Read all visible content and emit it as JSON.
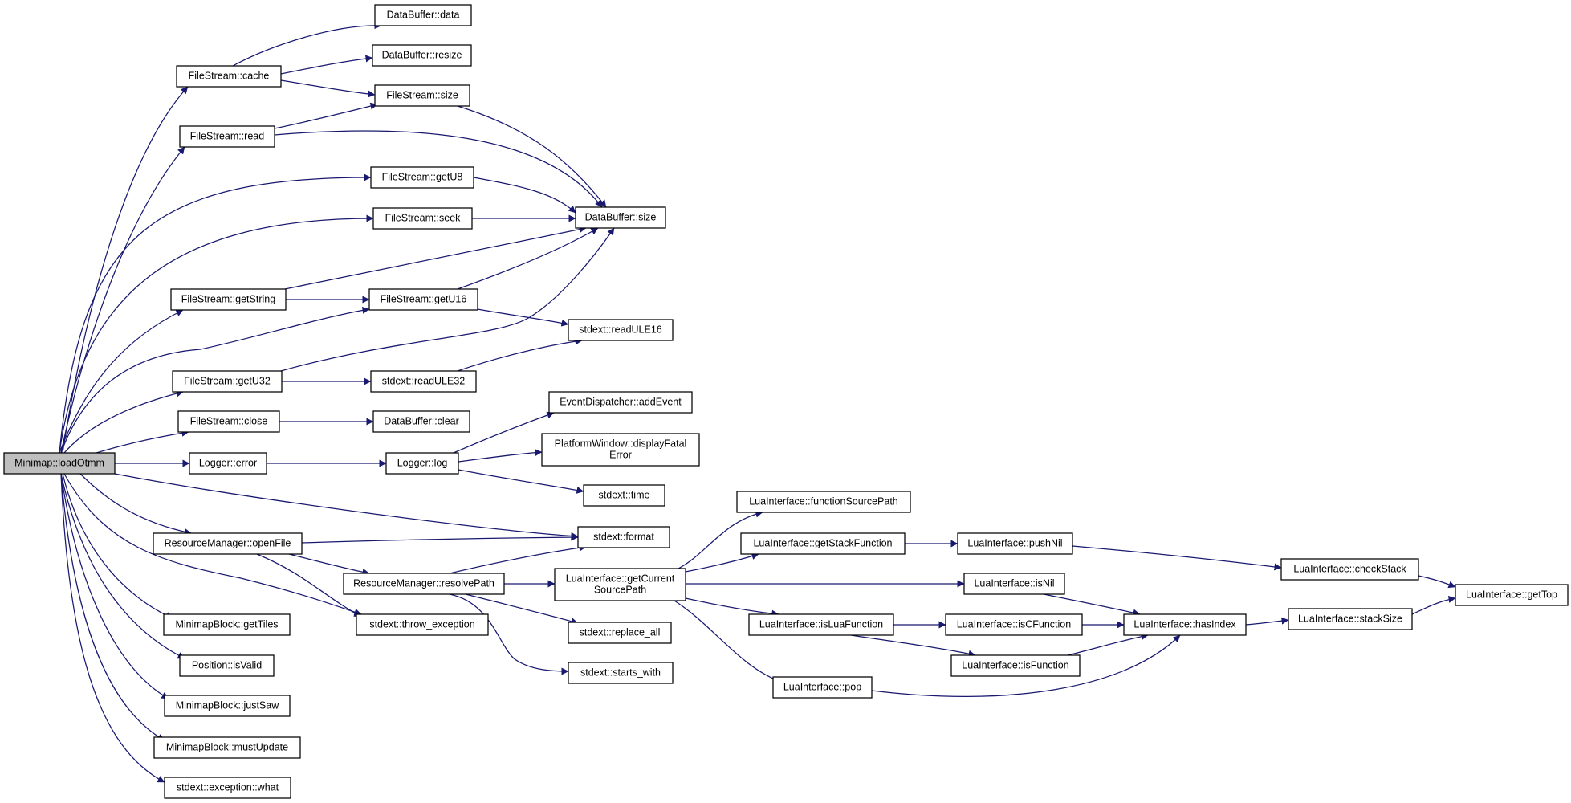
{
  "diagram": {
    "colors": {
      "edge": "#191970",
      "root_fill": "#bfbfbf",
      "node_fill": "#ffffff",
      "node_border": "#000000"
    },
    "nodes": [
      {
        "id": "loadOtmm",
        "lines": [
          "Minimap::loadOtmm"
        ],
        "root": true
      },
      {
        "id": "fs_cache",
        "lines": [
          "FileStream::cache"
        ]
      },
      {
        "id": "db_data",
        "lines": [
          "DataBuffer::data"
        ]
      },
      {
        "id": "db_resize",
        "lines": [
          "DataBuffer::resize"
        ]
      },
      {
        "id": "fs_size",
        "lines": [
          "FileStream::size"
        ]
      },
      {
        "id": "fs_read",
        "lines": [
          "FileStream::read"
        ]
      },
      {
        "id": "fs_getU8",
        "lines": [
          "FileStream::getU8"
        ]
      },
      {
        "id": "fs_seek",
        "lines": [
          "FileStream::seek"
        ]
      },
      {
        "id": "db_size",
        "lines": [
          "DataBuffer::size"
        ]
      },
      {
        "id": "fs_getString",
        "lines": [
          "FileStream::getString"
        ]
      },
      {
        "id": "fs_getU16",
        "lines": [
          "FileStream::getU16"
        ]
      },
      {
        "id": "sx_readULE16",
        "lines": [
          "stdext::readULE16"
        ]
      },
      {
        "id": "fs_getU32",
        "lines": [
          "FileStream::getU32"
        ]
      },
      {
        "id": "sx_readULE32",
        "lines": [
          "stdext::readULE32"
        ]
      },
      {
        "id": "ed_addEvent",
        "lines": [
          "EventDispatcher::addEvent"
        ]
      },
      {
        "id": "fs_close",
        "lines": [
          "FileStream::close"
        ]
      },
      {
        "id": "db_clear",
        "lines": [
          "DataBuffer::clear"
        ]
      },
      {
        "id": "pw_displayFatal",
        "lines": [
          "PlatformWindow::displayFatal",
          "Error"
        ]
      },
      {
        "id": "lg_error",
        "lines": [
          "Logger::error"
        ]
      },
      {
        "id": "lg_log",
        "lines": [
          "Logger::log"
        ]
      },
      {
        "id": "sx_time",
        "lines": [
          "stdext::time"
        ]
      },
      {
        "id": "li_funcSrcPath",
        "lines": [
          "LuaInterface::functionSourcePath"
        ]
      },
      {
        "id": "sx_format",
        "lines": [
          "stdext::format"
        ]
      },
      {
        "id": "rm_openFile",
        "lines": [
          "ResourceManager::openFile"
        ]
      },
      {
        "id": "li_getStackFunc",
        "lines": [
          "LuaInterface::getStackFunction"
        ]
      },
      {
        "id": "li_pushNil",
        "lines": [
          "LuaInterface::pushNil"
        ]
      },
      {
        "id": "li_checkStack",
        "lines": [
          "LuaInterface::checkStack"
        ]
      },
      {
        "id": "rm_resolvePath",
        "lines": [
          "ResourceManager::resolvePath"
        ]
      },
      {
        "id": "li_getCurSrc",
        "lines": [
          "LuaInterface::getCurrent",
          "SourcePath"
        ]
      },
      {
        "id": "li_isNil",
        "lines": [
          "LuaInterface::isNil"
        ]
      },
      {
        "id": "li_getTop",
        "lines": [
          "LuaInterface::getTop"
        ]
      },
      {
        "id": "li_stackSize",
        "lines": [
          "LuaInterface::stackSize"
        ]
      },
      {
        "id": "mb_getTiles",
        "lines": [
          "MinimapBlock::getTiles"
        ]
      },
      {
        "id": "sx_throw",
        "lines": [
          "stdext::throw_exception"
        ]
      },
      {
        "id": "li_isLuaFunc",
        "lines": [
          "LuaInterface::isLuaFunction"
        ]
      },
      {
        "id": "li_isCFunc",
        "lines": [
          "LuaInterface::isCFunction"
        ]
      },
      {
        "id": "li_hasIndex",
        "lines": [
          "LuaInterface::hasIndex"
        ]
      },
      {
        "id": "sx_replaceAll",
        "lines": [
          "stdext::replace_all"
        ]
      },
      {
        "id": "pos_isValid",
        "lines": [
          "Position::isValid"
        ]
      },
      {
        "id": "li_isFunc",
        "lines": [
          "LuaInterface::isFunction"
        ]
      },
      {
        "id": "sx_startsWith",
        "lines": [
          "stdext::starts_with"
        ]
      },
      {
        "id": "li_pop",
        "lines": [
          "LuaInterface::pop"
        ]
      },
      {
        "id": "mb_justSaw",
        "lines": [
          "MinimapBlock::justSaw"
        ]
      },
      {
        "id": "mb_mustUpdate",
        "lines": [
          "MinimapBlock::mustUpdate"
        ]
      },
      {
        "id": "sx_excWhat",
        "lines": [
          "stdext::exception::what"
        ]
      }
    ]
  }
}
